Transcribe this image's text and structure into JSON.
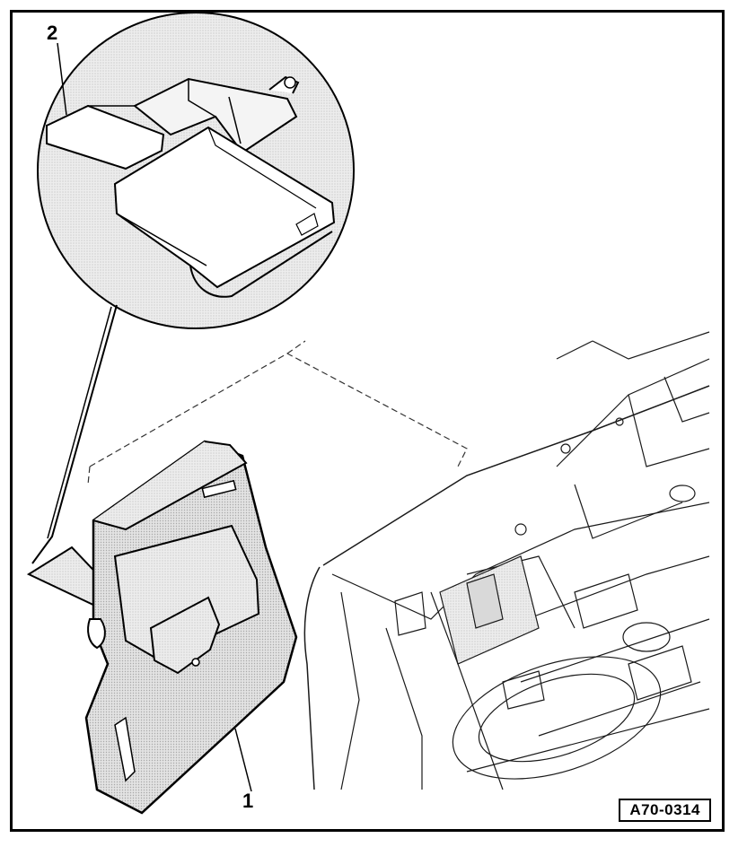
{
  "callouts": {
    "part_1": "1",
    "part_2": "2"
  },
  "reference_code": "A70-0314",
  "colors": {
    "line": "#000000",
    "fill_light": "#e6e6e6",
    "fill_mid": "#cfcfcf",
    "background": "#ffffff"
  }
}
